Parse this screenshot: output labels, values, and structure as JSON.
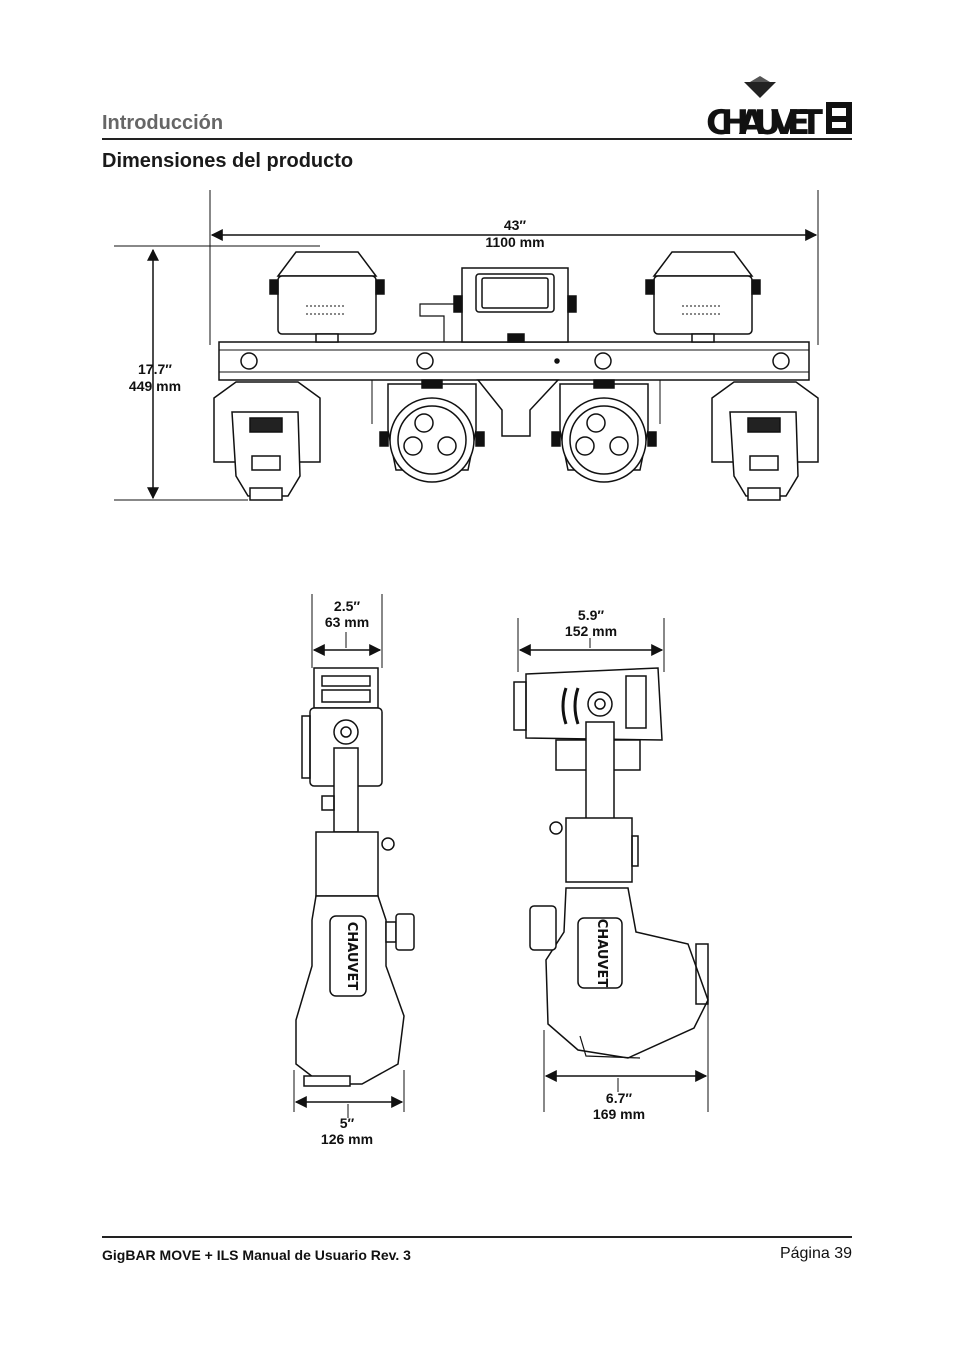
{
  "header": {
    "section": "Introducción",
    "logo_text": "CHAUVET DJ"
  },
  "heading": "Dimensiones del producto",
  "dimensions": {
    "front_width_in": "43″",
    "front_width_mm": "1100 mm",
    "front_height_in": "17.7″",
    "front_height_mm": "449 mm",
    "side_top_in": "2.5″",
    "side_top_mm": "63 mm",
    "side_bottom_in": "5″",
    "side_bottom_mm": "126 mm",
    "back_top_in": "5.9″",
    "back_top_mm": "152 mm",
    "back_bottom_in": "6.7″",
    "back_bottom_mm": "169 mm"
  },
  "footer": {
    "manual": "GigBAR MOVE + ILS Manual de Usuario Rev. 3",
    "page": "Página 39"
  }
}
